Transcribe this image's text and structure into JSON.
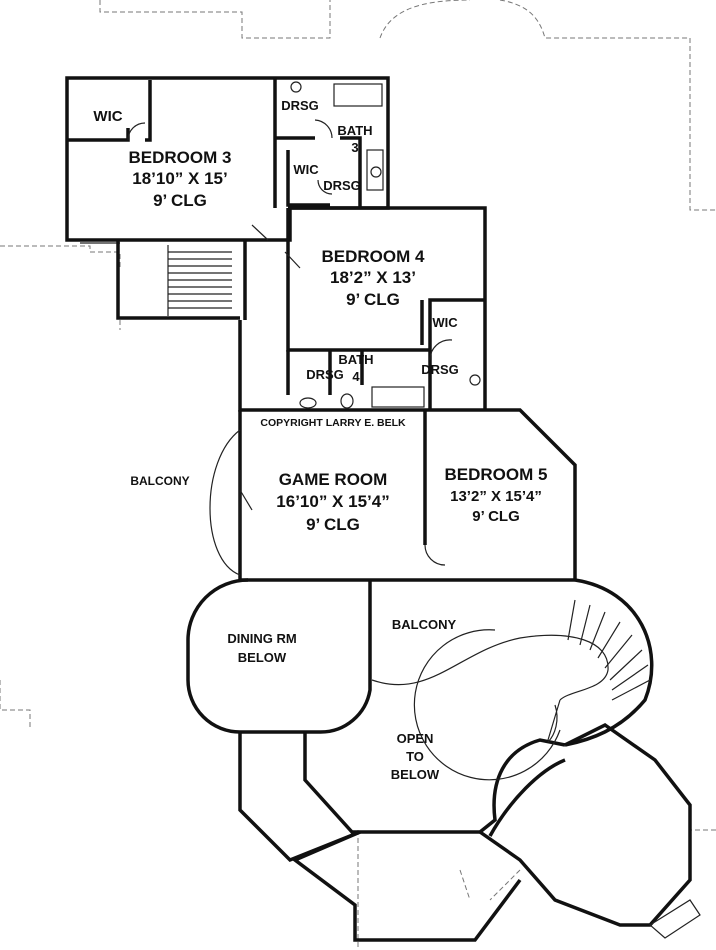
{
  "rooms": {
    "wic_top": "WIC",
    "bedroom3": {
      "name": "BEDROOM 3",
      "size": "18’10” X 15’",
      "ceiling": "9’ CLG"
    },
    "drsg_top": "DRSG",
    "bath3": {
      "name": "BATH",
      "num": "3"
    },
    "wic_mid": "WIC",
    "drsg_mid": "DRSG",
    "bedroom4": {
      "name": "BEDROOM 4",
      "size": "18’2” X 13’",
      "ceiling": "9’ CLG"
    },
    "wic_right": "WIC",
    "bath4": {
      "name": "BATH",
      "num": "4"
    },
    "drsg_left": "DRSG",
    "drsg_right": "DRSG",
    "copyright": "COPYRIGHT LARRY E. BELK",
    "balcony_left": "BALCONY",
    "game_room": {
      "name": "GAME ROOM",
      "size": "16’10” X 15’4”",
      "ceiling": "9’ CLG"
    },
    "bedroom5": {
      "name": "BEDROOM 5",
      "size": "13’2” X 15’4”",
      "ceiling": "9’ CLG"
    },
    "dining_below": {
      "line1": "DINING RM",
      "line2": "BELOW"
    },
    "balcony_center": "BALCONY",
    "open_below": {
      "line1": "OPEN",
      "line2": "TO",
      "line3": "BELOW"
    }
  }
}
